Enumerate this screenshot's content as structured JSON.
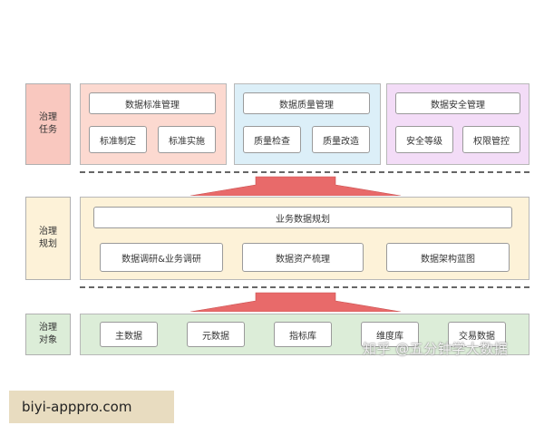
{
  "colors": {
    "tasks_label_bg": "#f9c8bf",
    "std_bg": "#fcd9d0",
    "quality_bg": "#dceff8",
    "security_bg": "#f3dcf7",
    "planning_bg": "#fdf2d8",
    "objects_bg": "#dcedd8",
    "arrow_fill": "#e86a6a"
  },
  "rows": {
    "tasks": {
      "label": "治理\n任务",
      "groups": [
        {
          "title": "数据标准管理",
          "items": [
            "标准制定",
            "标准实施"
          ]
        },
        {
          "title": "数据质量管理",
          "items": [
            "质量检查",
            "质量改造"
          ]
        },
        {
          "title": "数据安全管理",
          "items": [
            "安全等级",
            "权限管控"
          ]
        }
      ]
    },
    "planning": {
      "label": "治理\n规划",
      "title": "业务数据规划",
      "items": [
        "数据调研&业务调研",
        "数据资产梳理",
        "数据架构蓝图"
      ]
    },
    "objects": {
      "label": "治理\n对象",
      "items": [
        "主数据",
        "元数据",
        "指标库",
        "维度库",
        "交易数据"
      ]
    }
  },
  "watermark": "知乎 @五分钟学大数据",
  "footer_url": "biyi-apppro.com"
}
